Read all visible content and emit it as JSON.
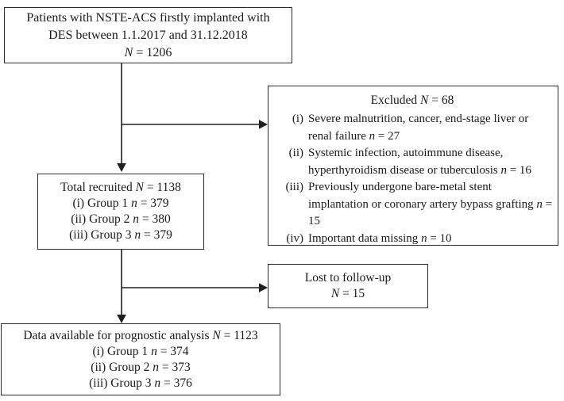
{
  "diagram": {
    "title_semantic": "NSTE-ACS patient enrollment flowchart",
    "colors": {
      "background": "#ffffff",
      "border": "#2c2c2c",
      "text": "#1b1b1b",
      "arrow": "#1f1f1f"
    },
    "boxes": {
      "source": {
        "lines": [
          "Patients with NSTE-ACS firstly implanted with",
          "DES between 1.1.2017 and 31.12.2018"
        ],
        "stat": {
          "pre": "",
          "var": "N",
          "eq": " = 1206"
        }
      },
      "excluded": {
        "title": {
          "pre": "Excluded ",
          "var": "N",
          "eq": " = 68"
        },
        "items": [
          {
            "marker": "(i)",
            "pre": "Severe malnutrition, cancer, end-stage liver or renal failure ",
            "var": "n",
            "eq": " = 27"
          },
          {
            "marker": "(ii)",
            "pre": "Systemic infection, autoimmune disease, hyperthyroidism disease or tuberculosis ",
            "var": "n",
            "eq": " = 16"
          },
          {
            "marker": "(iii)",
            "pre": "Previously undergone bare-metal stent implantation or coronary artery bypass grafting ",
            "var": "n",
            "eq": " = 15"
          },
          {
            "marker": "(iv)",
            "pre": "Important data missing ",
            "var": "n",
            "eq": " = 10"
          }
        ]
      },
      "recruited": {
        "title": {
          "pre": "Total recruited ",
          "var": "N",
          "eq": " = 1138"
        },
        "groups": [
          {
            "pre": "(i) Group 1 ",
            "var": "n",
            "eq": " = 379"
          },
          {
            "pre": "(ii) Group 2 ",
            "var": "n",
            "eq": " = 380"
          },
          {
            "pre": "(iii) Group 3 ",
            "var": "n",
            "eq": " = 379"
          }
        ]
      },
      "lost": {
        "line1": "Lost to follow-up",
        "stat": {
          "pre": "",
          "var": "N",
          "eq": " = 15"
        }
      },
      "final": {
        "title": {
          "pre": "Data available for prognostic analysis ",
          "var": "N",
          "eq": " = 1123"
        },
        "groups": [
          {
            "pre": "(i) Group 1 ",
            "var": "n",
            "eq": " = 374"
          },
          {
            "pre": "(ii) Group 2 ",
            "var": "n",
            "eq": " = 373"
          },
          {
            "pre": "(iii) Group 3 ",
            "var": "n",
            "eq": " = 376"
          }
        ]
      }
    }
  }
}
